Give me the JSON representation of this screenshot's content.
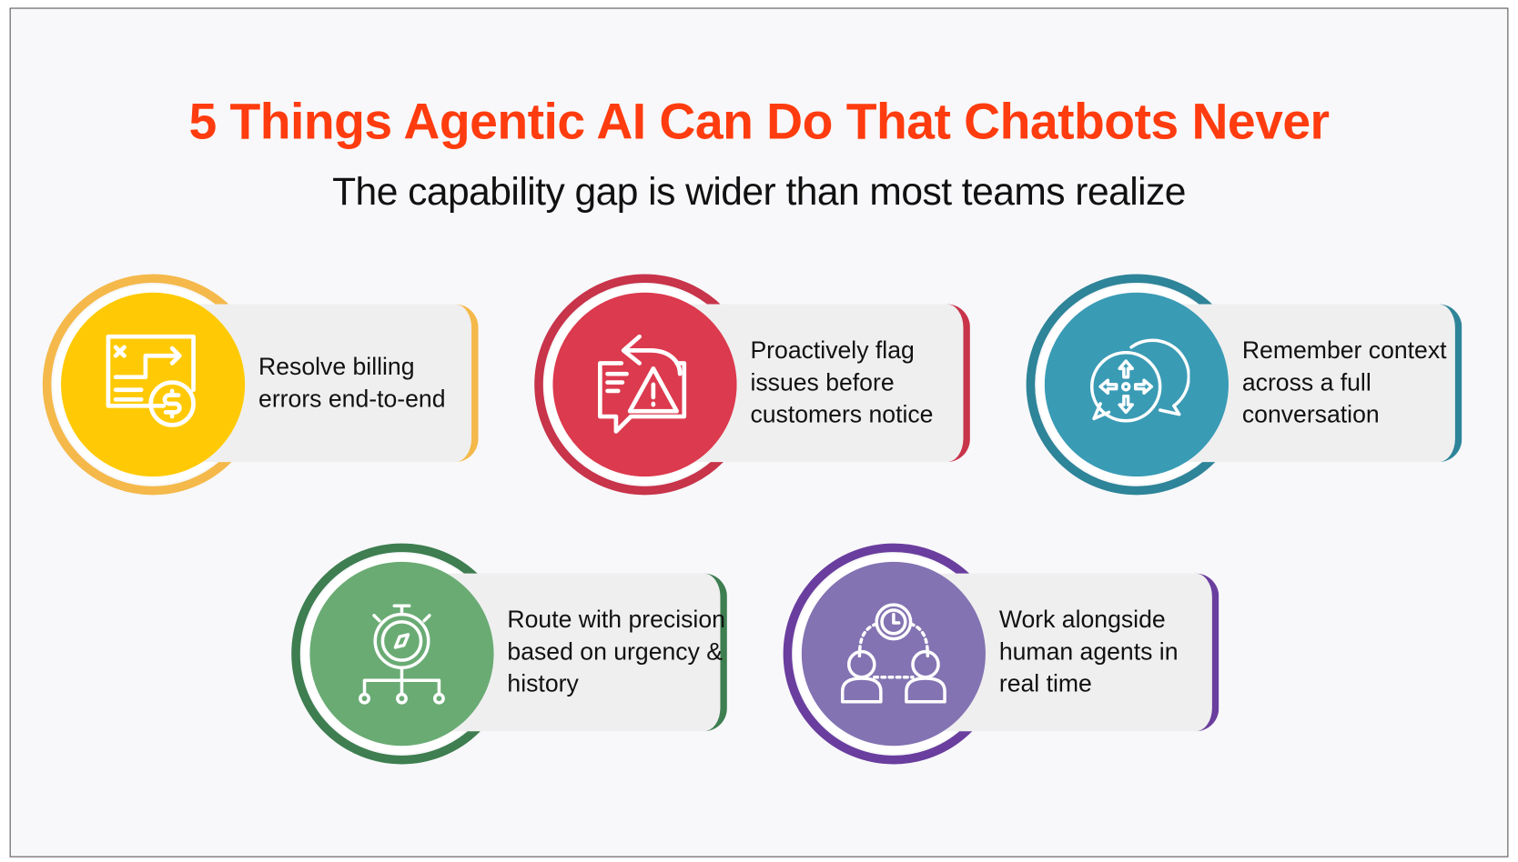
{
  "title": "5 Things Agentic AI Can Do That Chatbots Never",
  "subtitle": "The capability gap is wider than most teams realize",
  "items": [
    {
      "text": "Resolve billing errors end-to-end",
      "icon": "billing-invoice-icon",
      "color": "#FFCA05",
      "ring": "#F4B94A"
    },
    {
      "text": "Proactively flag issues before customers notice",
      "icon": "alert-message-icon",
      "color": "#DC3A4E",
      "ring": "#C8344A"
    },
    {
      "text": "Remember context across a full conversation",
      "icon": "chat-bubbles-arrows-icon",
      "color": "#3A9BB5",
      "ring": "#2E8499"
    },
    {
      "text": "Route with precision based on urgency & history",
      "icon": "stopwatch-routing-icon",
      "color": "#6AAB74",
      "ring": "#3E7E50"
    },
    {
      "text": "Work alongside human agents in real time",
      "icon": "agents-clock-icon",
      "color": "#8373B2",
      "ring": "#6A3E9E"
    }
  ]
}
